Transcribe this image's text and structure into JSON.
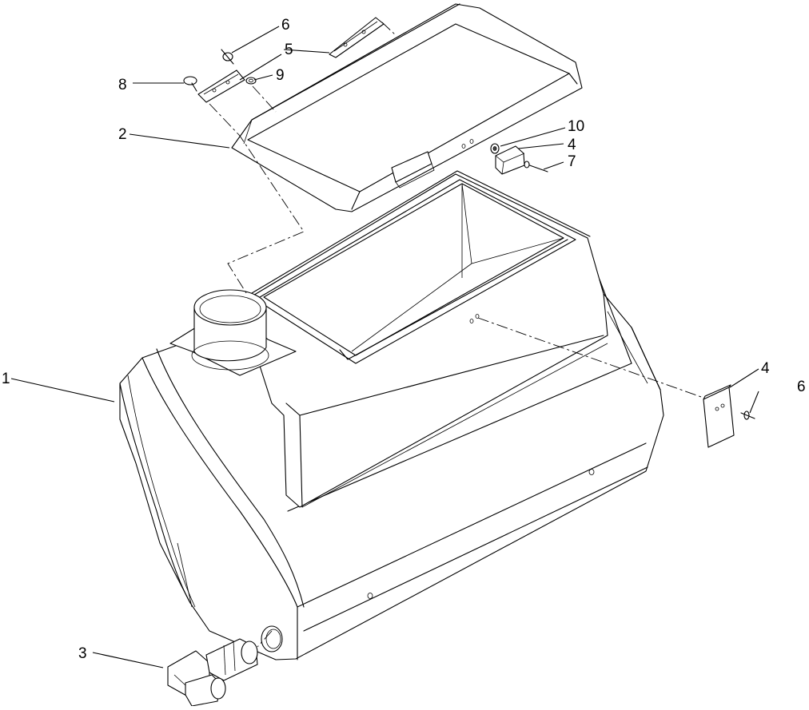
{
  "diagram": {
    "callouts": [
      {
        "id": "c1",
        "label": "1"
      },
      {
        "id": "c2",
        "label": "2"
      },
      {
        "id": "c3",
        "label": "3"
      },
      {
        "id": "c4a",
        "label": "4"
      },
      {
        "id": "c4b",
        "label": "4"
      },
      {
        "id": "c5",
        "label": "5"
      },
      {
        "id": "c6a",
        "label": "6"
      },
      {
        "id": "c6b",
        "label": "6"
      },
      {
        "id": "c7",
        "label": "7"
      },
      {
        "id": "c8",
        "label": "8"
      },
      {
        "id": "c9",
        "label": "9"
      },
      {
        "id": "c10",
        "label": "10"
      }
    ]
  }
}
